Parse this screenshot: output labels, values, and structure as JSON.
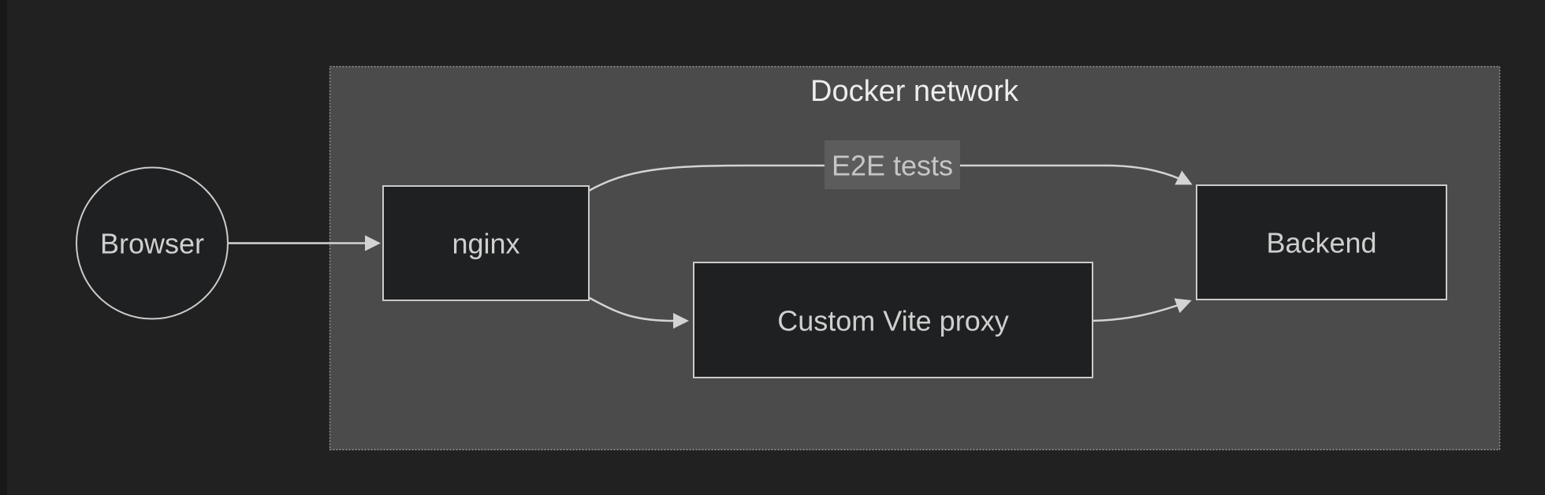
{
  "diagram": {
    "container_title": "Docker network",
    "nodes": [
      {
        "id": "browser",
        "label": "Browser",
        "shape": "circle"
      },
      {
        "id": "nginx",
        "label": "nginx",
        "shape": "rect"
      },
      {
        "id": "custom-vite-proxy",
        "label": "Custom Vite proxy",
        "shape": "rect"
      },
      {
        "id": "backend",
        "label": "Backend",
        "shape": "rect"
      }
    ],
    "edges": [
      {
        "from": "browser",
        "to": "nginx"
      },
      {
        "from": "nginx",
        "to": "backend",
        "label": "E2E tests"
      },
      {
        "from": "nginx",
        "to": "custom-vite-proxy"
      },
      {
        "from": "custom-vite-proxy",
        "to": "backend"
      }
    ]
  },
  "colors": {
    "page_bg": "#212121",
    "left_edge": "#181818",
    "container_fill": "#4b4b4b",
    "container_border": "#9a9a9a",
    "title_text": "#ededed",
    "node_fill": "#1f2021",
    "node_border": "#cbcbcb",
    "node_text": "#cfcfcf",
    "edge_color": "#d3d3d3",
    "edge_label_bg": "#5c5c5c",
    "edge_label_text": "#c6c6c6"
  }
}
